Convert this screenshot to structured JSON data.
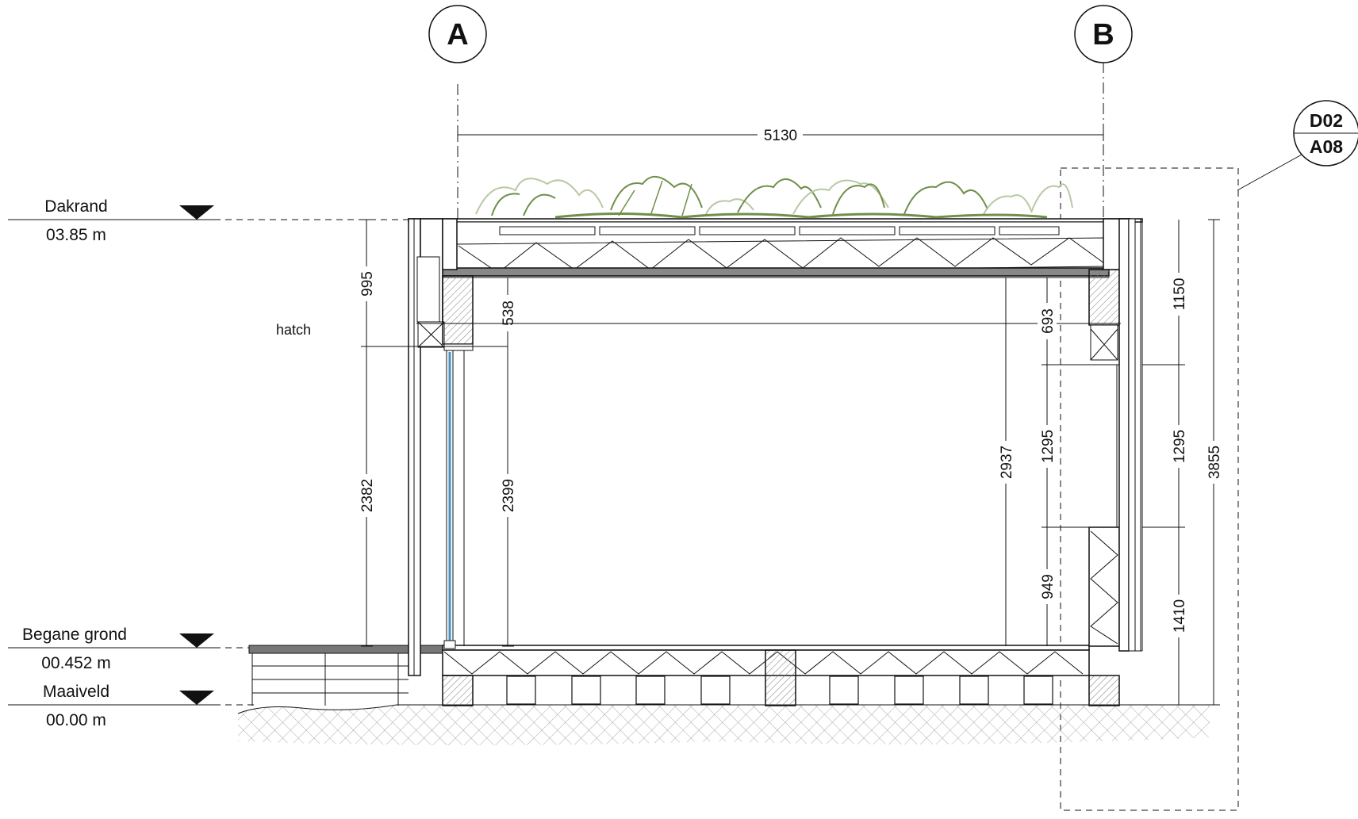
{
  "grid_bubbles": {
    "left": "A",
    "right": "B"
  },
  "levels": {
    "dakrand": {
      "name": "Dakrand",
      "value": "03.85 m"
    },
    "begane_grond": {
      "name": "Begane grond",
      "value": "00.452 m"
    },
    "maaiveld": {
      "name": "Maaiveld",
      "value": "00.00 m"
    }
  },
  "detail_reference": {
    "top": "D02",
    "bottom": "A08"
  },
  "annotations": {
    "hatch": "hatch"
  },
  "dimensions": {
    "overall_width": "5130",
    "left_upper": "995",
    "left_lower": "2382",
    "inner_left_upper": "538",
    "inner_left_lower": "2399",
    "ceiling_height": "2937",
    "right_inner_upper": "693",
    "right_inner_window": "1295",
    "right_inner_lower": "949",
    "right_outer_upper": "1150",
    "right_outer_window": "1295",
    "right_outer_lower": "1410",
    "total_height": "3855"
  },
  "colors": {
    "line": "#111111",
    "glass": "#4a8fc4",
    "plant_dark": "#6f8f4a",
    "plant_light": "#b9c8a4",
    "ground_hatch": "#999999",
    "wall_hatch": "#777777"
  }
}
